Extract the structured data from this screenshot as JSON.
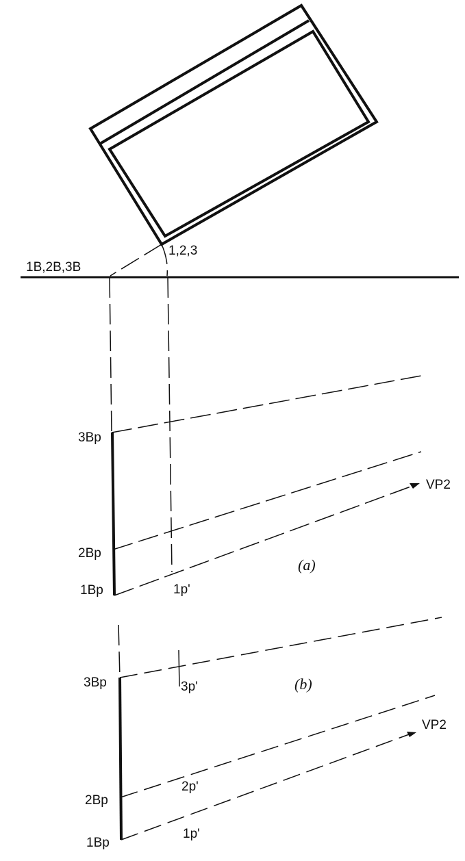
{
  "colors": {
    "ink": "#111111",
    "paper": "#ffffff"
  },
  "top_view": {
    "label_1_2_3": "1,2,3",
    "label_1b_2b_3b": "1B,2B,3B"
  },
  "view_a": {
    "caption": "(a)",
    "label_3bp": "3Bp",
    "label_2bp": "2Bp",
    "label_1bp": "1Bp",
    "label_1p": "1p'",
    "label_vp": "VP2"
  },
  "view_b": {
    "caption": "(b)",
    "label_3bp": "3Bp",
    "label_2bp": "2Bp",
    "label_1bp": "1Bp",
    "label_3p": "3p'",
    "label_2p": "2p'",
    "label_1p": "1p'",
    "label_vp": "VP2"
  }
}
